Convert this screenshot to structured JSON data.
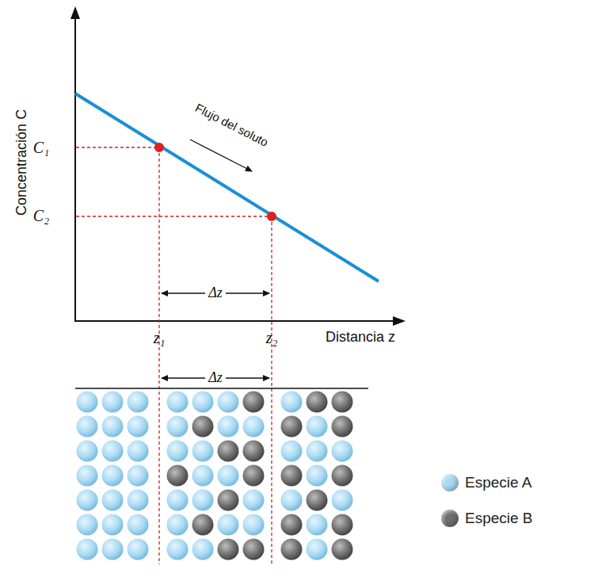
{
  "diagram": {
    "labels": [
      "Concentración C",
      "C₁",
      "C₂",
      "Flujo del soluto",
      "Δz",
      "z₁",
      "z₂",
      "Distancia z",
      "Δz"
    ],
    "legend": [
      {
        "text": "Especie A",
        "color": "#a9d9f2"
      },
      {
        "text": "Especie B",
        "color": "#6e6e6e"
      }
    ]
  }
}
